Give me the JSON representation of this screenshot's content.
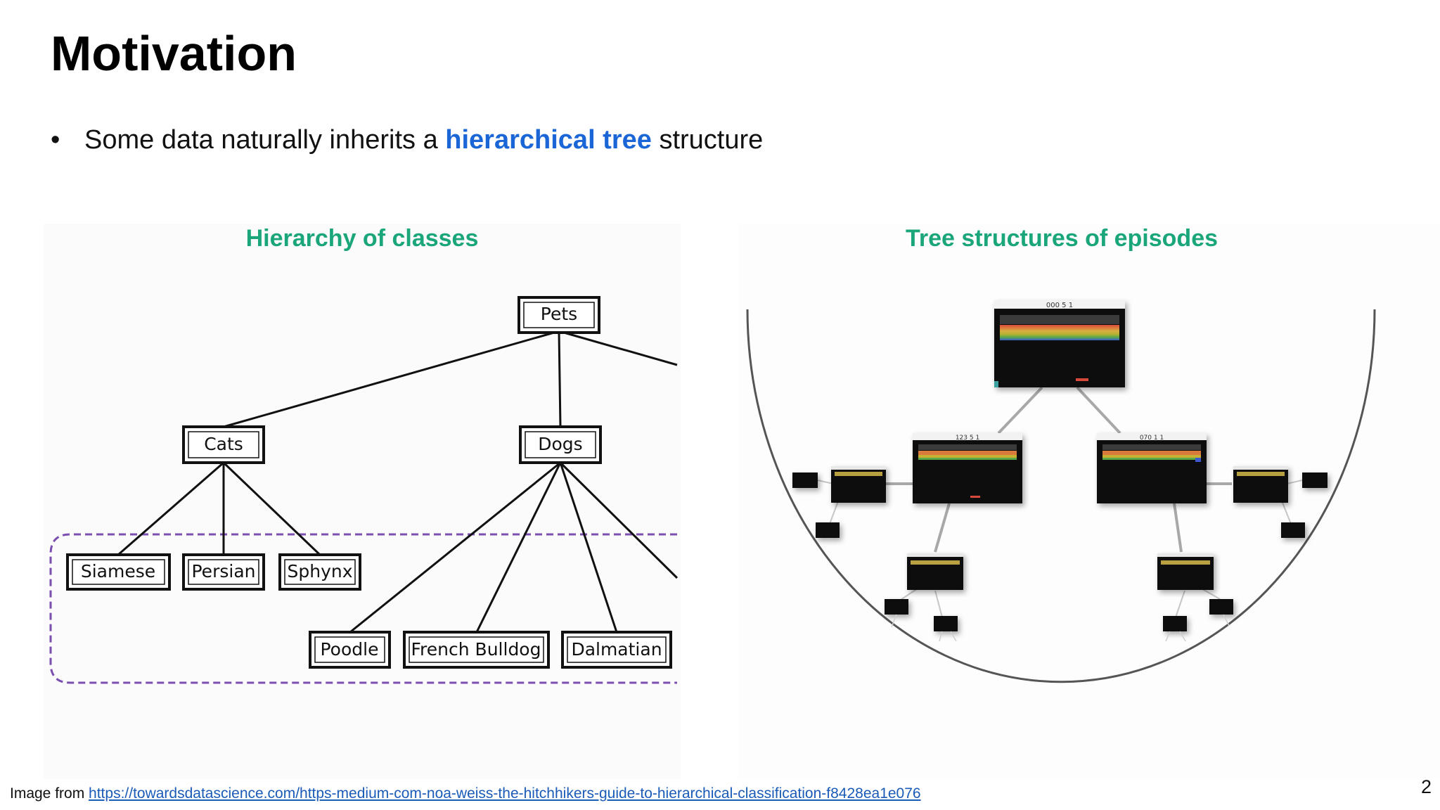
{
  "slide": {
    "title": "Motivation",
    "bullet": {
      "marker": "•",
      "pre": "Some data naturally inherits a ",
      "highlight": "hierarchical tree",
      "post": " structure",
      "highlight_color": "#1a66d6"
    },
    "left_panel_title": "Hierarchy of classes",
    "right_panel_title": "Tree structures of episodes",
    "panel_title_color": "#1aa67a",
    "source_prefix": "Image from ",
    "source_link": "https://towardsdatascience.com/https-medium-com-noa-weiss-the-hitchhikers-guide-to-hierarchical-classification-f8428ea1e076",
    "page_number": "2"
  },
  "tree": {
    "root": "Pets",
    "level1": [
      "Cats",
      "Dogs"
    ],
    "cats_children": [
      "Siamese",
      "Persian",
      "Sphynx"
    ],
    "dogs_children": [
      "Poodle",
      "French Bulldog",
      "Dalmatian"
    ],
    "group_border_color": "#7a4fb0"
  },
  "episodes": {
    "root_score": "000 5 1",
    "left_child_score": "123 5 1",
    "right_child_score": "070 1 1"
  }
}
